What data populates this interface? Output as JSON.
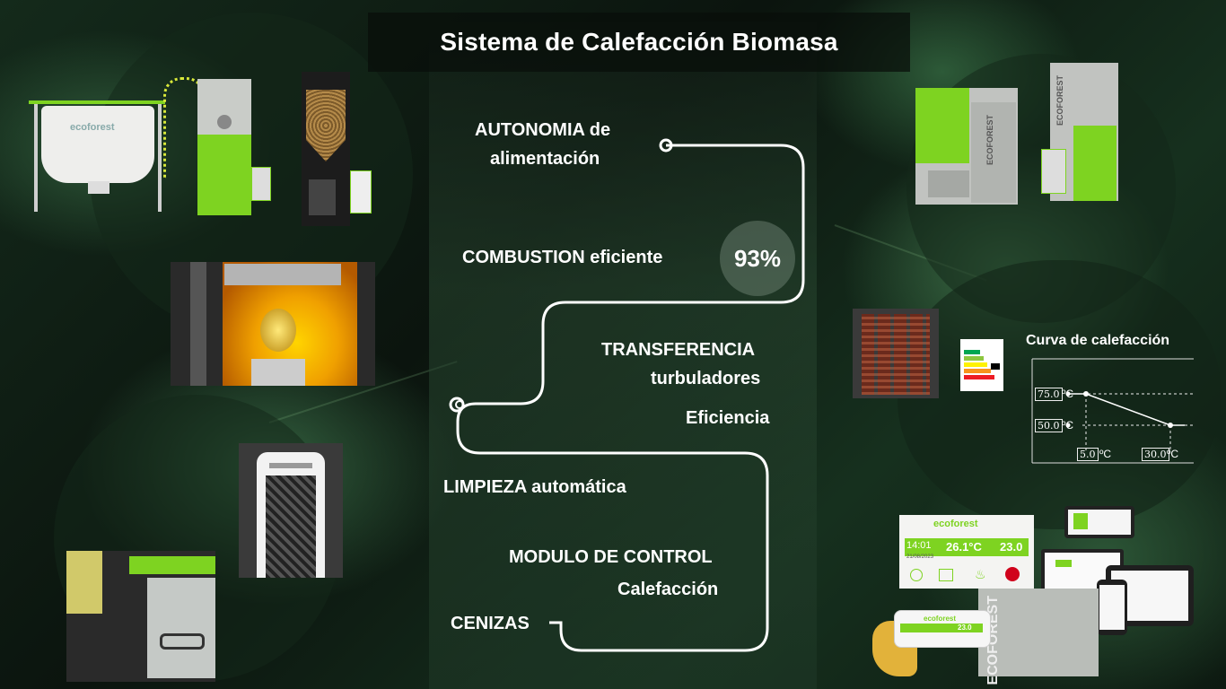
{
  "title": "Sistema de Calefacción Biomasa",
  "flow": {
    "autonomia_line1": "AUTONOMIA de",
    "autonomia_line2": "alimentación",
    "combustion": "COMBUSTION  eficiente",
    "combustion_pct": "93%",
    "transferencia": "TRANSFERENCIA",
    "turbuladores": "turbuladores",
    "eficiencia": "Eficiencia",
    "limpieza": "LIMPIEZA automática",
    "modulo": "MODULO DE CONTROL",
    "calefaccion": "Calefacción",
    "cenizas": "CENIZAS"
  },
  "brand": {
    "logo_text": "ECOFOREST",
    "logo_text_lower": "ecoforest",
    "accent_green": "#7ed321",
    "panel_gray": "#b9bdb8"
  },
  "curve": {
    "title": "Curva de calefacción",
    "y_high": "75.0",
    "y_low": "50.0",
    "x_low": "5.0",
    "x_high": "30.0",
    "unit": "ºC"
  },
  "controller": {
    "time": "14:01",
    "date": "21/08/2023",
    "temp": "26.1°C",
    "setpoint": "23.0",
    "tablet_value": "23.0"
  },
  "icons": [
    "power-icon",
    "thermometer-icon",
    "flame-icon",
    "calendar-icon",
    "drop-icon",
    "settings-icon"
  ]
}
